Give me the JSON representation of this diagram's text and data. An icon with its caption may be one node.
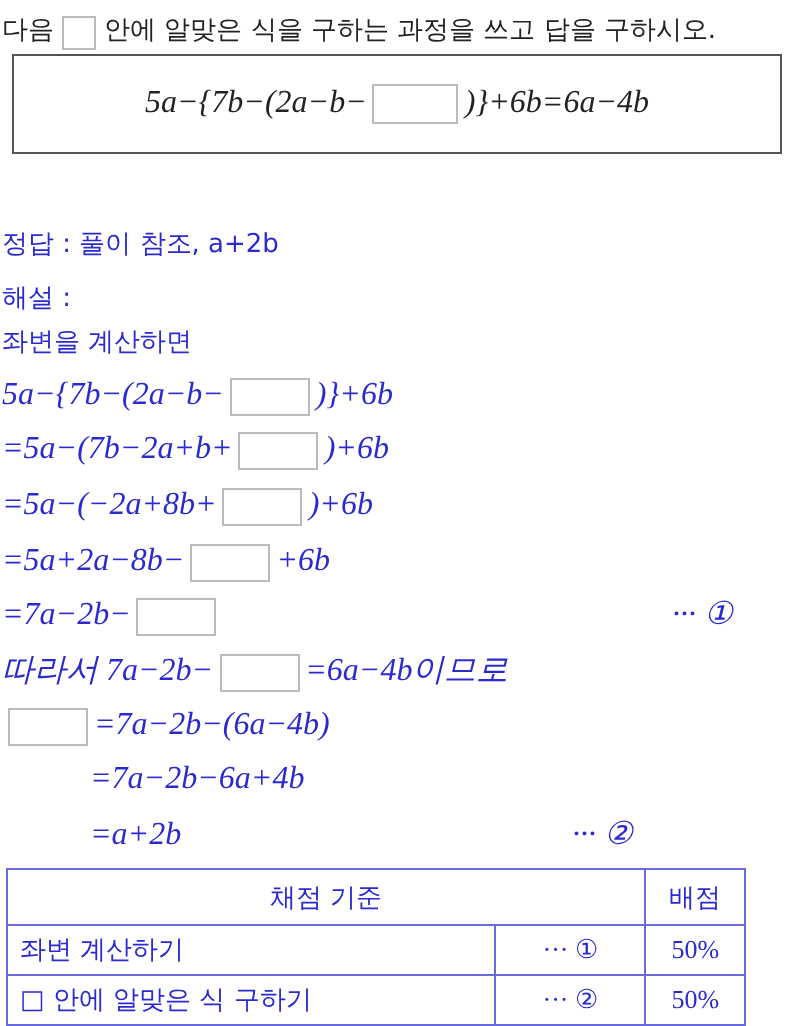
{
  "diagram": {
    "nodes": [
      {
        "text": [
          "5a−{7b−(2a−b−",
          ")}+6b=6a−4b"
        ]
      }
    ],
    "labels": [
      "다음",
      "안에 알맞은 식을 구하는 과정을 쓰고 답을 구하시오.",
      "정답 : 풀이 참조, a+2b",
      "해설 :",
      "좌변을 계산하면",
      "5a−{7b−(2a−b−",
      ")}+6b",
      "=5a−(7b−2a+b+",
      ")+6b",
      "=5a−(−2a+8b+",
      ")+6b",
      "=5a+2a−8b−",
      "+6b",
      "=7a−2b−",
      "··· ①",
      "따라서 7a−2b−",
      "=6a−4b이므로",
      "=7a−2b−(6a−4b)",
      "=7a−2b−6a+4b",
      "=a+2b",
      "··· ②",
      "채점 기준",
      "배점",
      "좌변 계산하기",
      "··· ①",
      "50%",
      "□ 안에 알맞은 식 구하기",
      "··· ②",
      "50%"
    ]
  }
}
